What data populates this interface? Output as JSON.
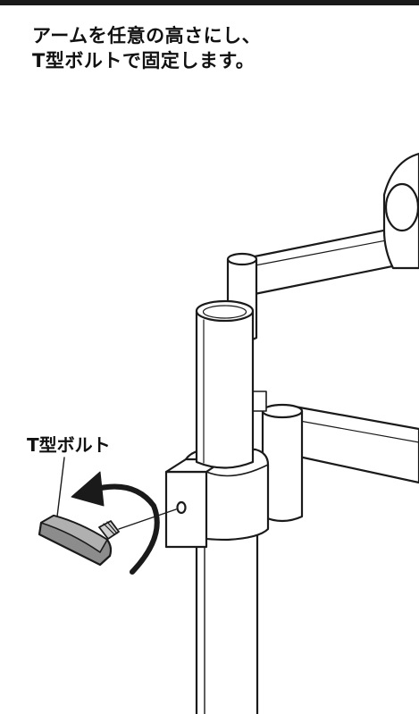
{
  "instruction": {
    "line1": "アームを任意の高さにし、",
    "line2": "T型ボルトで固定します。"
  },
  "callout": {
    "bolt_label": "T型ボルト"
  },
  "colors": {
    "line": "#1a1a1a",
    "fill": "#ffffff",
    "shade": "#cfcfcf",
    "bolt_handle": "#8c8c8c"
  }
}
